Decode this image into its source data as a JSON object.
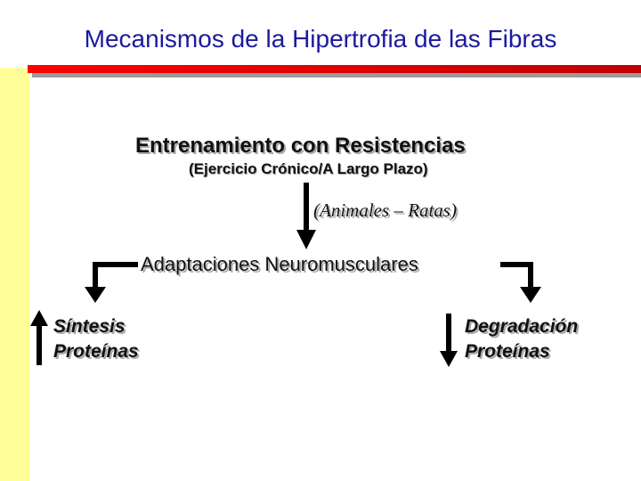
{
  "title": "Mecanismos de la Hipertrofia de las Fibras",
  "colors": {
    "title_text": "#1a1aa0",
    "left_band": "#ffff99",
    "title_bar_start": "#ff0000",
    "title_bar_end": "#c00000",
    "arrows": "#000000"
  },
  "diagram": {
    "heading": "Entrenamiento con Resistencias",
    "subheading": "(Ejercicio Crónico/A Largo Plazo)",
    "species_note": "(Animales – Ratas)",
    "adaptations": "Adaptaciones Neuromusculares",
    "left_outcome": {
      "line1": "Síntesis",
      "line2": "Proteínas",
      "direction": "up-arrow"
    },
    "right_outcome": {
      "line1": "Degradación",
      "line2": "Proteínas",
      "direction": "down-arrow"
    }
  }
}
